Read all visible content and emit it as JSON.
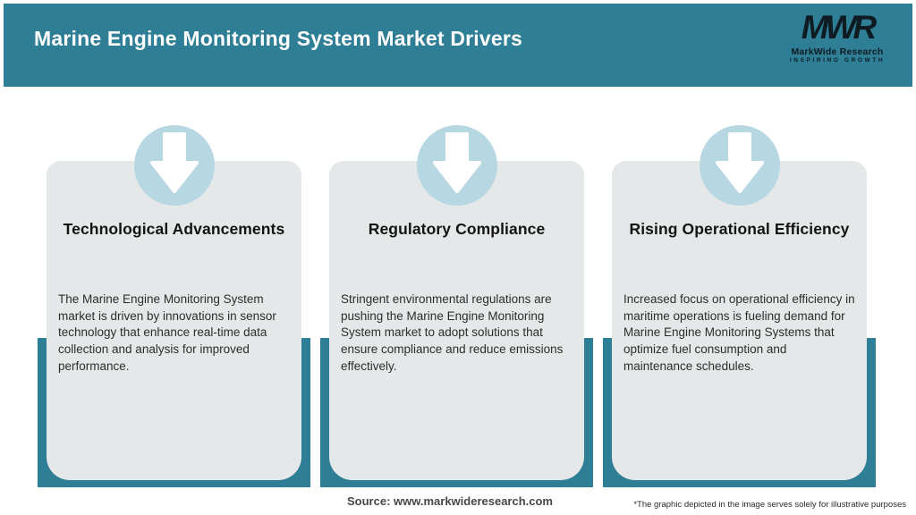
{
  "header": {
    "title": "Marine Engine Monitoring System Market Drivers"
  },
  "logo": {
    "mark": "MWR",
    "name": "MarkWide Research",
    "tagline": "INSPIRING GROWTH"
  },
  "cards": [
    {
      "title": "Technological Advancements",
      "body": "The Marine Engine Monitoring System market is driven by innovations in sensor technology that enhance real-time data collection and analysis for improved performance."
    },
    {
      "title": "Regulatory Compliance",
      "body": "Stringent environmental regulations are pushing the Marine Engine Monitoring System market to adopt solutions that ensure compliance and reduce emissions effectively."
    },
    {
      "title": "Rising Operational Efficiency",
      "body": "Increased focus on operational efficiency in maritime operations is fueling demand for Marine Engine Monitoring Systems that optimize fuel consumption and maintenance schedules."
    }
  ],
  "footer": {
    "source": "Source: www.markwideresearch.com",
    "note": "*The graphic depicted in the image serves solely for illustrative purposes"
  },
  "icons": [
    {
      "name": "down-arrow-icon",
      "shape": "white block arrow pointing down inside light-blue circle"
    }
  ],
  "colors": {
    "header_teal": "#2e7e96",
    "backing_teal": "#2e7e96",
    "card_gray": "#e5e8e9",
    "circle_blue": "#b7d7e3",
    "title_white": "#ffffff",
    "text_dark": "#2d2d2d",
    "logo_dark": "#0e1b22"
  }
}
